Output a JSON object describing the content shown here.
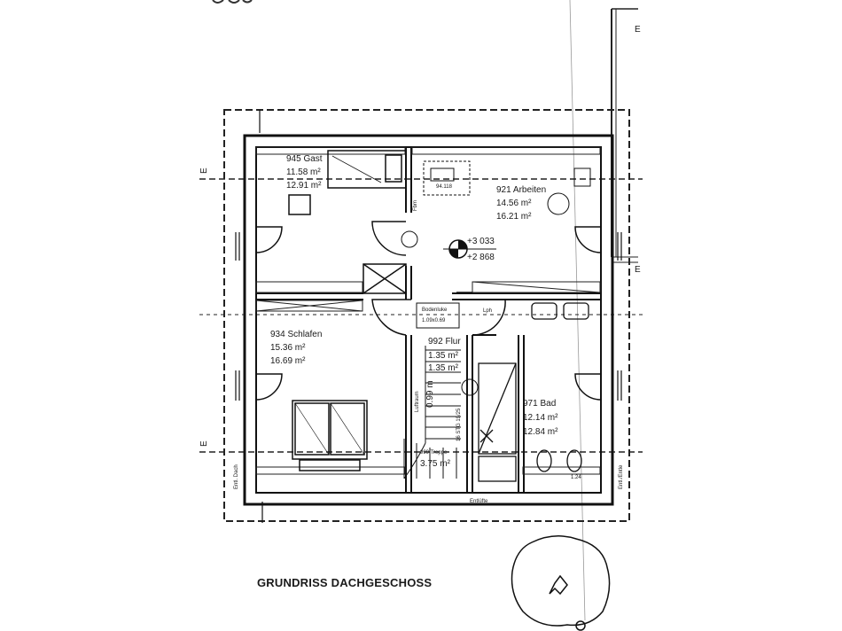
{
  "caption": "GRUNDRISS DACHGESCHOSS",
  "rooms": [
    {
      "id": "gast",
      "name": "945 Gast",
      "area1": "11.58 m²",
      "area2": "12.91 m²"
    },
    {
      "id": "arbeiten",
      "name": "921 Arbeiten",
      "area1": "14.56 m²",
      "area2": "16.21 m²"
    },
    {
      "id": "schlafen",
      "name": "934 Schlafen",
      "area1": "15.36 m²",
      "area2": "16.69 m²"
    },
    {
      "id": "flur",
      "name": "992 Flur",
      "area1": "1.35 m²",
      "area2": "1.35 m²"
    },
    {
      "id": "bad",
      "name": "971 Bad",
      "area1": "12.14 m²",
      "area2": "12.84 m²"
    },
    {
      "id": "treppe",
      "name": "999 Treppe",
      "area1": "3.75 m²"
    }
  ],
  "level_marks": {
    "upper": "+3 033",
    "lower": "+2 868"
  },
  "bodenluke": {
    "title": "Bodenluke",
    "sub": "1.09x0.69"
  },
  "stair": {
    "run": "16 STG 19/25",
    "luftraum": "Luftraum",
    "width": "0.99 m"
  },
  "small_labels": {
    "entluftung_bottom": "Entlüfte",
    "entluftung_left": "Entl. Dach",
    "entluftung_right": "Entl./Entle",
    "lph": "Lph",
    "dim_94": "94.118",
    "fbm": "Fbm",
    "bad_width": "1.24"
  },
  "edge_letters": {
    "left_top": "E",
    "left_bottom": "E",
    "right_top": "E",
    "right_mid": "E"
  }
}
